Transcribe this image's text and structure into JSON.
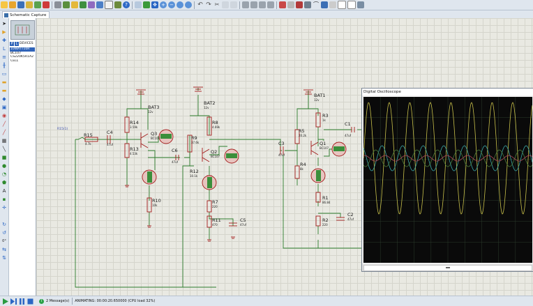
{
  "app": {
    "tab_title": "Schematic Capture",
    "colors": {
      "wire": "#2d7d2d",
      "component": "#a31a1a",
      "scope_bg": "#0a0a0a"
    }
  },
  "toolbar": {
    "icons": [
      "new-icon",
      "open-icon",
      "save-icon",
      "close-icon",
      "import-icon",
      "export-icon",
      "print-icon",
      "print-setup-icon",
      "schematic-icon",
      "pcb-icon",
      "gerber-icon",
      "3d-icon",
      "bom-icon",
      "source-icon",
      "help-icon",
      "grid-icon",
      "origin-icon",
      "pan-icon",
      "zoom-in-icon",
      "zoom-out-icon",
      "zoom-all-icon",
      "zoom-area-icon",
      "undo-icon",
      "redo-icon",
      "cut-icon",
      "copy-icon",
      "paste-icon",
      "block-copy-icon",
      "block-move-icon",
      "block-rotate-icon",
      "block-delete-icon",
      "pick-icon",
      "make-device-icon",
      "package-icon",
      "decompose-icon",
      "wire-autoroute-icon",
      "search-icon",
      "property-icon",
      "new-sheet-icon",
      "remove-sheet-icon",
      "exit-icon"
    ]
  },
  "panel": {
    "pick_label": "P",
    "lib_label": "L",
    "devices_label": "DEVICES",
    "devices": [
      "10WATT10R",
      "BC107",
      "CS220K5R1A2",
      "CELL"
    ],
    "selected_index": 0
  },
  "schematic": {
    "labels": {
      "bat1": "BAT1",
      "bat1_v": "12v",
      "bat2": "BAT2",
      "bat2_v": "12v",
      "bat3": "BAT3",
      "bat3_v": "12v",
      "r1": "R1",
      "r1_v": "86.84",
      "r2": "R2",
      "r2_v": "220",
      "r3": "R3",
      "r3_v": "1k",
      "r4": "R4",
      "r4_v": "8k",
      "r5": "R5",
      "r5_v": "20.2k",
      "r7": "R7",
      "r7_v": "220",
      "r8": "R8",
      "r8_v": "4.69k",
      "r9": "R9",
      "r9_v": "37.6k",
      "r10": "R10",
      "r10_v": "10k",
      "r11": "R11",
      "r11_v": "470",
      "r12": "R12",
      "r12_v": "10.1k",
      "r13": "R13",
      "r13_v": "4.53k",
      "r14": "R14",
      "r14_v": "3.59k",
      "r15": "R15",
      "r15_v": "4.7k",
      "c1": "C1",
      "c1_v": "47uf",
      "c2": "C2",
      "c2_v": "47uf",
      "c3": "C3",
      "c3_v": "47uf",
      "c4": "C4",
      "c4_v": "47uf",
      "c5": "C5",
      "c5_v": "47uf",
      "c6": "C6",
      "c6_v": "47uf",
      "q1": "Q1",
      "q1_v": "BC107",
      "q2": "Q2",
      "q2_v": "BC107",
      "q3": "Q3",
      "q3_v": "BC107",
      "source": "R15(1)"
    }
  },
  "scope": {
    "title": "Digital Oscilloscope"
  },
  "status": {
    "message_count": "2 Message(s)",
    "animation": "ANIMATING: 00:00:20.650000 (CPU load 32%)"
  }
}
